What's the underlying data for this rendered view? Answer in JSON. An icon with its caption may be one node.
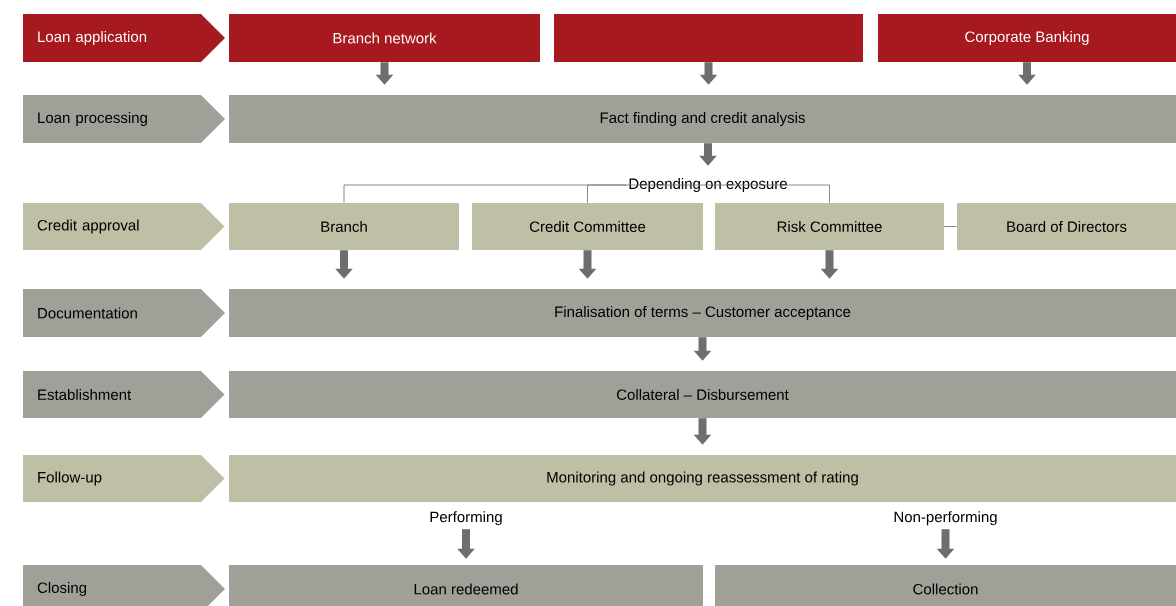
{
  "diagram": {
    "nodes": [
      {
        "text": [
          "Loan application"
        ]
      },
      {
        "text": [
          "Branch network"
        ]
      },
      {
        "text": [],
        "shape": "box"
      },
      {
        "text": [
          "Corporate Banking"
        ]
      },
      {
        "text": [
          "Loan processing"
        ]
      },
      {
        "text": [
          "Fact finding and credit analysis"
        ]
      },
      {
        "text": [
          "Credit  approval"
        ]
      },
      {
        "text": [
          "Branch"
        ]
      },
      {
        "text": [
          "Credit Committee"
        ]
      },
      {
        "text": [
          "Risk Committee"
        ]
      },
      {
        "text": [
          "Board of Directors"
        ]
      },
      {
        "text": [
          "Documentation"
        ]
      },
      {
        "text": [
          "Finalisation of terms – Customer acceptance"
        ]
      },
      {
        "text": [
          "Establishment"
        ]
      },
      {
        "text": [
          "Collateral – Disbursement"
        ]
      },
      {
        "text": [
          "Follow-up"
        ]
      },
      {
        "text": [
          "Monitoring and ongoing reassessment of rating"
        ]
      },
      {
        "text": [
          "Closing"
        ]
      },
      {
        "text": [
          "Loan redeemed"
        ]
      },
      {
        "text": [
          "Collection"
        ]
      },
      {
        "text": [
          "Depending on exposure"
        ]
      }
    ],
    "edges": [
      {
        "from": 1,
        "to": 5,
        "arrow": "to"
      },
      {
        "from": 2,
        "to": 5,
        "arrow": "to"
      },
      {
        "from": 3,
        "to": 5,
        "arrow": "to"
      },
      {
        "from": 5,
        "to": 20,
        "arrow": "to"
      },
      {
        "from": 20,
        "to": 7,
        "arrow": "none"
      },
      {
        "from": 20,
        "to": 8,
        "arrow": "none"
      },
      {
        "from": 20,
        "to": 9,
        "arrow": "none"
      },
      {
        "from": 9,
        "to": 10,
        "arrow": "none"
      },
      {
        "from": 7,
        "to": 12,
        "arrow": "to"
      },
      {
        "from": 8,
        "to": 12,
        "arrow": "to"
      },
      {
        "from": 9,
        "to": 12,
        "arrow": "to"
      },
      {
        "from": 12,
        "to": 14,
        "arrow": "to"
      },
      {
        "from": 14,
        "to": 16,
        "arrow": "to"
      },
      {
        "from": 16,
        "to": 18,
        "arrow": "to",
        "label": "Performing"
      },
      {
        "from": 16,
        "to": 19,
        "arrow": "to",
        "label": "Non-performing"
      }
    ]
  }
}
